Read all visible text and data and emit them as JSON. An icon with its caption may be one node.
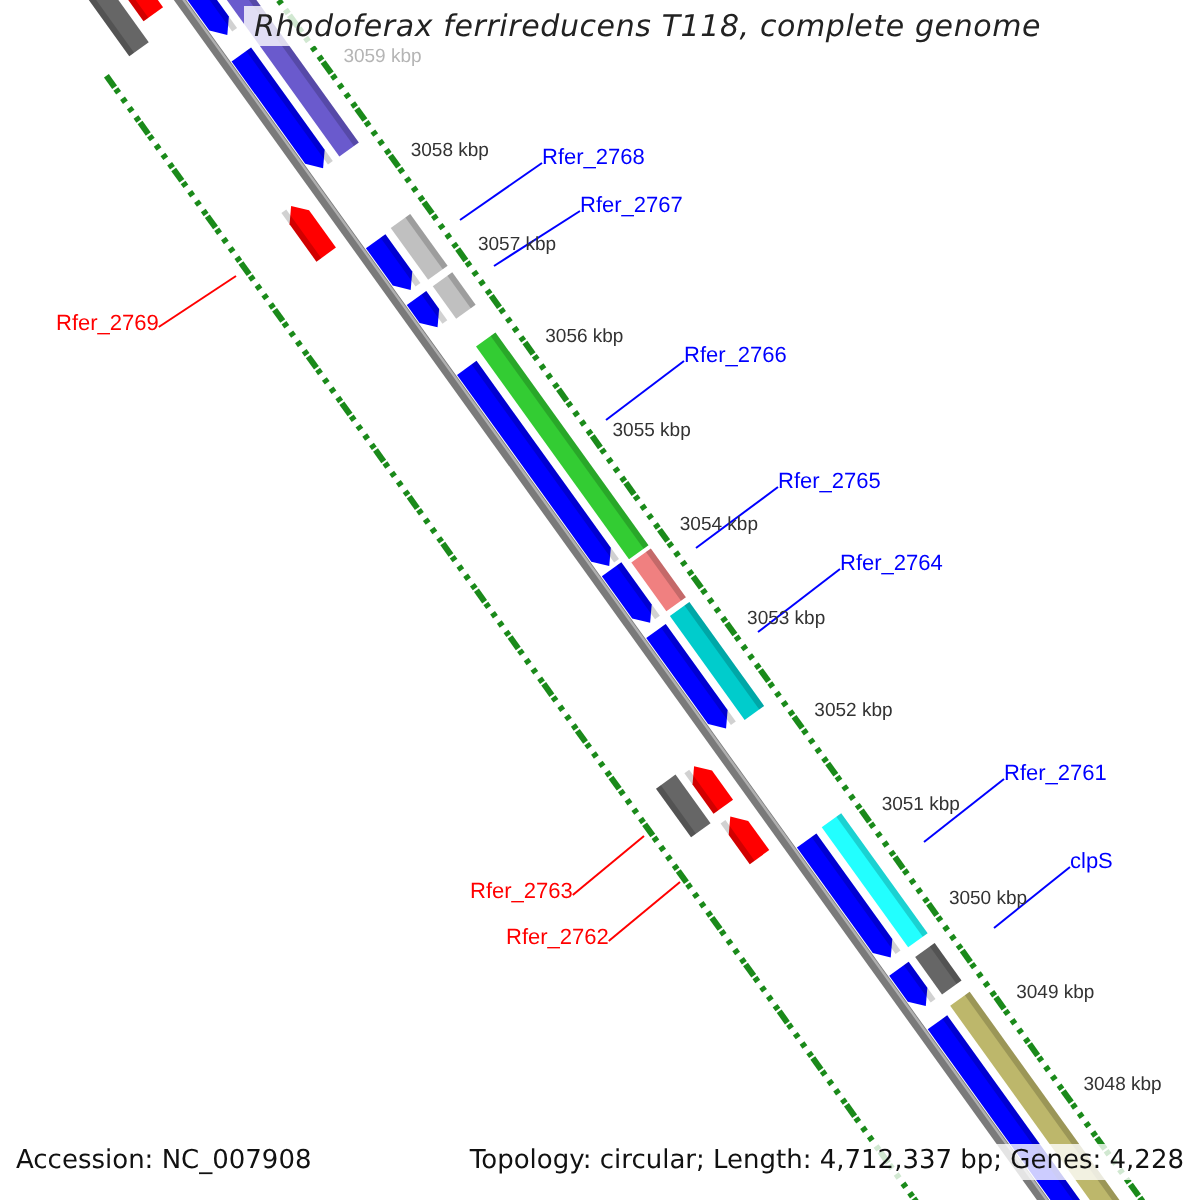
{
  "diagram": {
    "title": "Rhodoferax ferrireducens T118, complete genome",
    "nodes": [
      {
        "text": [
          "Rfer_2768"
        ]
      },
      {
        "text": [],
        "shape": "bar"
      },
      {
        "text": [
          "Rfer_2767"
        ]
      },
      {
        "text": [],
        "shape": "bar"
      },
      {
        "text": [
          "Rfer_2769"
        ]
      },
      {
        "text": [],
        "shape": "bar"
      },
      {
        "text": [
          "Rfer_2766"
        ]
      },
      {
        "text": [],
        "shape": "bar"
      },
      {
        "text": [
          "Rfer_2765"
        ]
      },
      {
        "text": [],
        "shape": "bar"
      },
      {
        "text": [
          "Rfer_2764"
        ]
      },
      {
        "text": [],
        "shape": "bar"
      },
      {
        "text": [
          "Rfer_2761"
        ]
      },
      {
        "text": [],
        "shape": "bar"
      },
      {
        "text": [
          "clpS"
        ]
      },
      {
        "text": [],
        "shape": "bar"
      },
      {
        "text": [
          "Rfer_2763"
        ]
      },
      {
        "text": [],
        "shape": "bar"
      },
      {
        "text": [
          "Rfer_2762"
        ]
      },
      {
        "text": [],
        "shape": "bar"
      },
      {
        "text": [],
        "shape": "bar"
      }
    ],
    "edges": [
      {
        "from": 0,
        "to": 1,
        "arrow": "none"
      },
      {
        "from": 2,
        "to": 3,
        "arrow": "none"
      },
      {
        "from": 4,
        "to": 5,
        "arrow": "none",
        "color": "#ff0000"
      },
      {
        "from": 6,
        "to": 7,
        "arrow": "none"
      },
      {
        "from": 8,
        "to": 9,
        "arrow": "none"
      },
      {
        "from": 10,
        "to": 11,
        "arrow": "none"
      },
      {
        "from": 12,
        "to": 13,
        "arrow": "none"
      },
      {
        "from": 14,
        "to": 15,
        "arrow": "none"
      },
      {
        "from": 16,
        "to": 17,
        "arrow": "none",
        "color": "#ff0000"
      },
      {
        "from": 18,
        "to": 19,
        "arrow": "none",
        "color": "#ff0000"
      }
    ],
    "labels": [
      "3059 kbp",
      "3058 kbp",
      "3057 kbp",
      "3056 kbp",
      "3055 kbp",
      "3054 kbp",
      "3053 kbp",
      "3052 kbp",
      "3051 kbp",
      "3050 kbp",
      "3049 kbp",
      "3048 kbp",
      "Accession: NC_007908",
      "Topology: circular; Length: 4,712,337 bp; Genes: 4,228"
    ]
  }
}
